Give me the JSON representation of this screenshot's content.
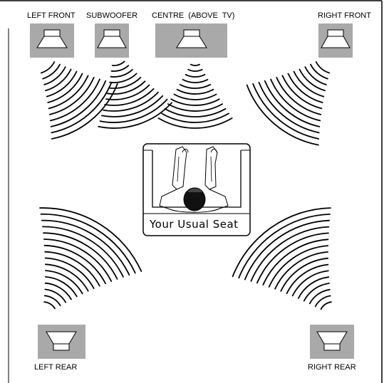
{
  "diagram": {
    "speakers": {
      "left_front": "LEFT FRONT",
      "subwoofer": "SUBWOOFER",
      "centre": "CENTRE (ABOVE TV)",
      "right_front": "RIGHT FRONT",
      "left_rear": "LEFT REAR",
      "right_rear": "RIGHT REAR"
    },
    "seat_label": "Your Usual Seat",
    "colors": {
      "speaker_box": "#a9a9a9",
      "line": "#000000",
      "background": "#ffffff"
    }
  }
}
